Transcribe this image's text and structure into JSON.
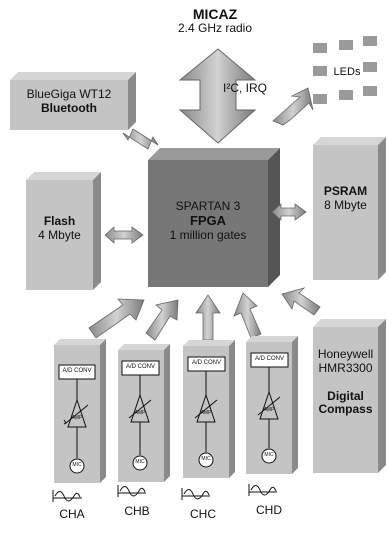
{
  "micaz": {
    "name": "MICAZ",
    "desc": "2.4 GHz radio"
  },
  "bus": {
    "label": "I²C, IRQ"
  },
  "bluegiga": {
    "model": "BlueGiga WT12",
    "type": "Bluetooth"
  },
  "leds": {
    "label": "LEDs"
  },
  "fpga": {
    "line1": "SPARTAN 3",
    "line2": "FPGA",
    "line3": "1 million gates"
  },
  "flash": {
    "name": "Flash",
    "size": "4 Mbyte"
  },
  "psram": {
    "name": "PSRAM",
    "size": "8 Mbyte"
  },
  "compass": {
    "maker": "Honeywell",
    "model": "HMR3300",
    "line1": "Digital",
    "line2": "Compass"
  },
  "channel": {
    "adc": "A/D CONV",
    "amp": "AMP",
    "mic": "MIC"
  },
  "channels": [
    "CHA",
    "CHB",
    "CHC",
    "CHD"
  ],
  "colors": {
    "box_front": "#c4c4c4",
    "box_side": "#8a8a8a",
    "fpga_front": "#777777",
    "arrow": "#9a9a9a"
  }
}
